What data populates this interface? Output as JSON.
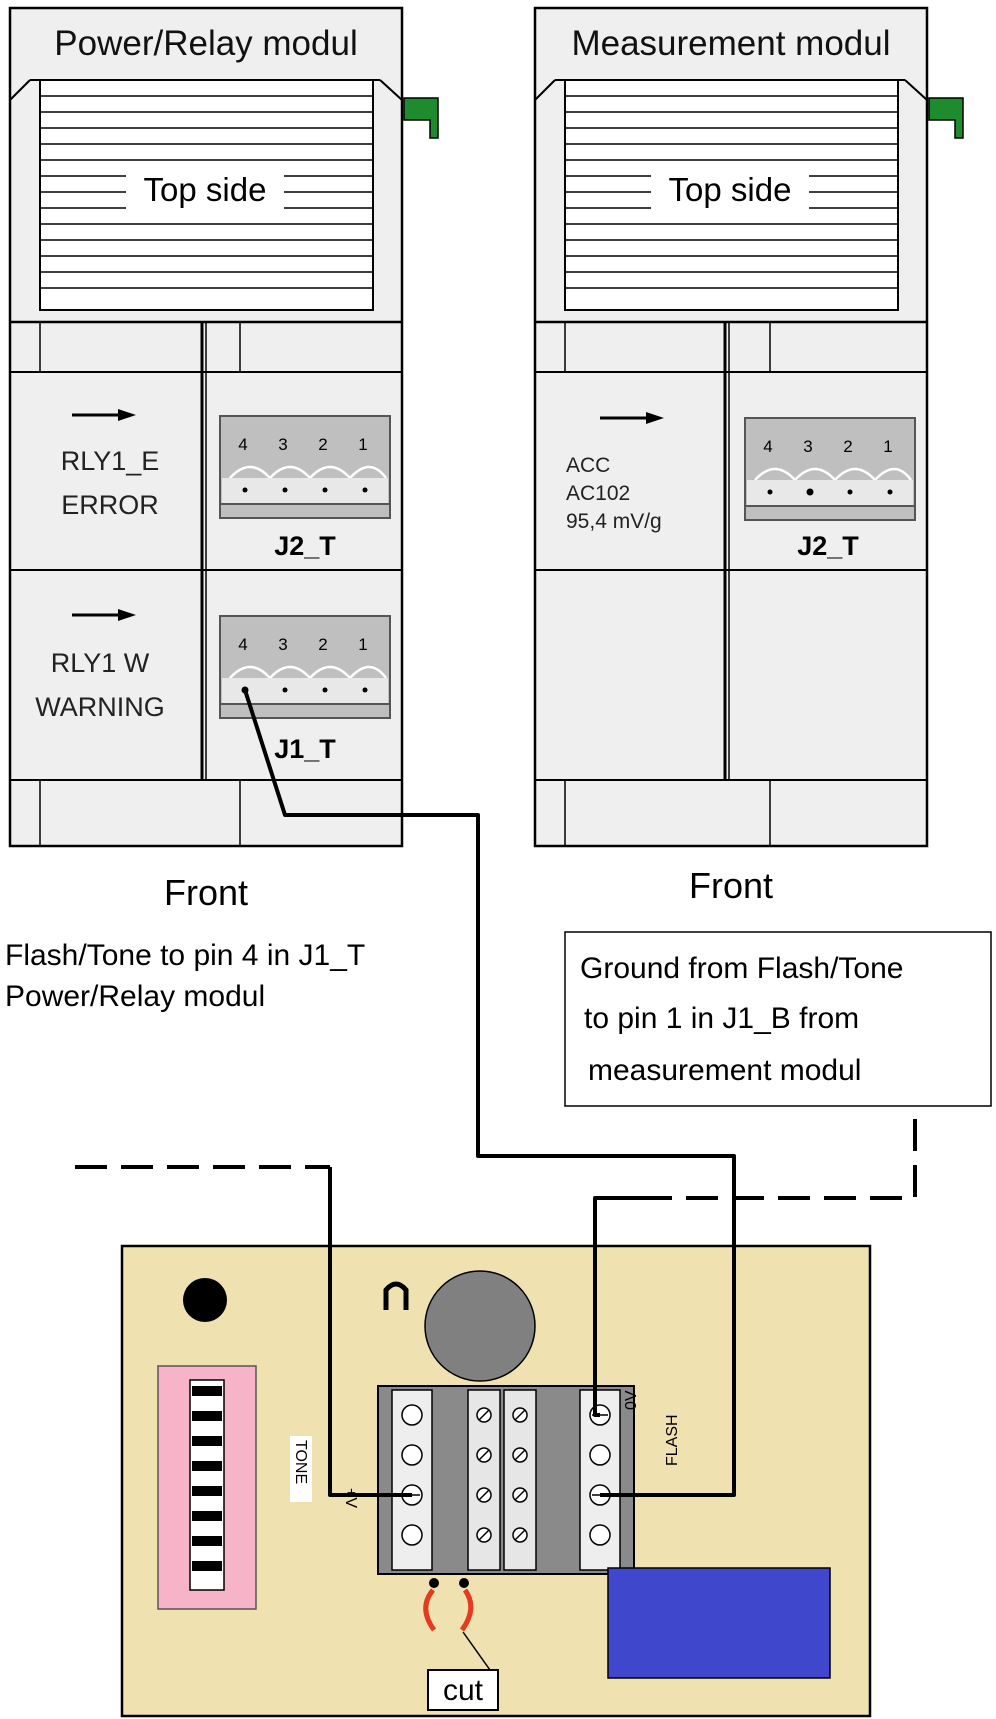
{
  "modules": {
    "power": {
      "title": "Power/Relay modul",
      "top_side": "Top side",
      "relay_e": {
        "arrow": "arrow-right-icon",
        "line1": "RLY1_E",
        "line2": "ERROR"
      },
      "relay_w": {
        "arrow": "arrow-right-icon",
        "line1": "RLY1  W",
        "line2": "WARNING"
      },
      "connector_top": {
        "label": "J2_T",
        "pins": [
          "4",
          "3",
          "2",
          "1"
        ]
      },
      "connector_bottom": {
        "label": "J1_T",
        "pins": [
          "4",
          "3",
          "2",
          "1"
        ]
      },
      "front": "Front"
    },
    "measurement": {
      "title": "Measurement modul",
      "top_side": "Top side",
      "sensor": {
        "arrow": "arrow-right-icon",
        "line1": "ACC",
        "line2": "AC102",
        "line3": "95,4 mV/g"
      },
      "connector_top": {
        "label": "J2_T",
        "pins": [
          "4",
          "3",
          "2",
          "1"
        ]
      },
      "front": "Front"
    }
  },
  "notes": {
    "flash_line1": "Flash/Tone to pin 4 in J1_T",
    "flash_line2": "Power/Relay modul",
    "ground_line1": "Ground from Flash/Tone",
    "ground_line2": "to pin 1  in J1_B from",
    "ground_line3": "measurement modul"
  },
  "board": {
    "tone_label": "TONE",
    "v_plus_label": "+V",
    "zero_v_label": "0V",
    "flash_label": "FLASH",
    "cut_label": "cut"
  },
  "colors": {
    "module_fill": "#efefef",
    "board_fill": "#f0e2b0",
    "dip_switch": "#f7b3c8",
    "blue_block": "#3f48cc",
    "terminal_block": "#8a8a8a",
    "buzzer": "#808080",
    "cut_wire": "#e53a1f",
    "connector": "#bfbfbf"
  }
}
